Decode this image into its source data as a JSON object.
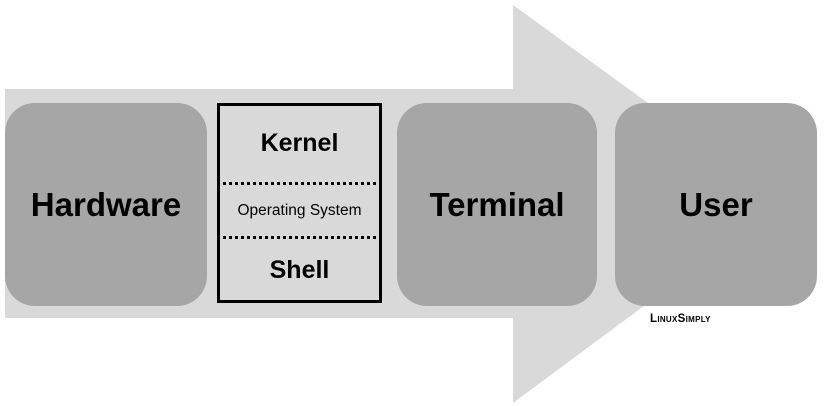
{
  "colors": {
    "arrow": "#d9d9d9",
    "box": "#a6a6a6",
    "os_fill": "#d9d9d9",
    "text": "#000000"
  },
  "nodes": {
    "hardware": "Hardware",
    "terminal": "Terminal",
    "user": "User"
  },
  "os_group": {
    "top_label": "Kernel",
    "middle_label": "Operating System",
    "bottom_label": "Shell"
  },
  "logo": {
    "text": "LinuxSimply"
  }
}
